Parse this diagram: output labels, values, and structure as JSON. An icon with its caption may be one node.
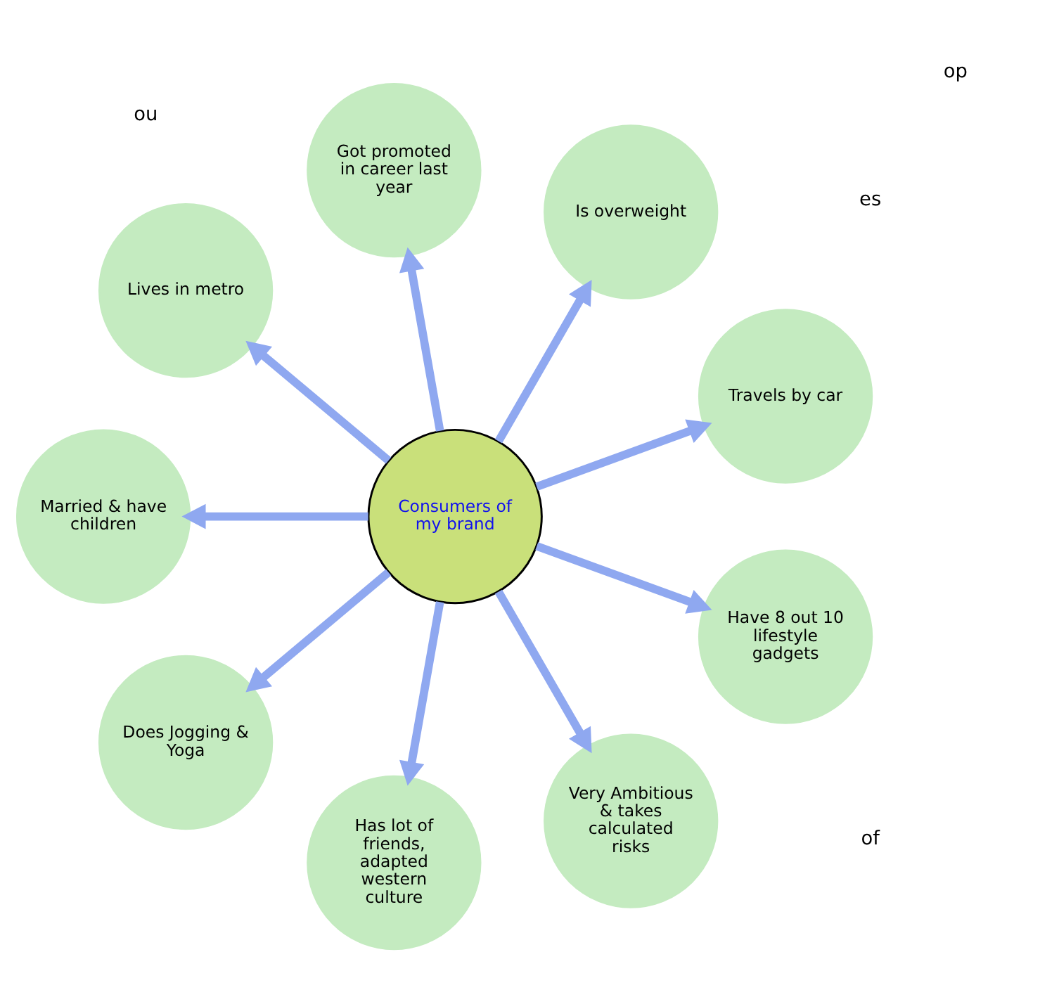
{
  "diagram": {
    "nodes": [
      {
        "text": [
          "Consumers of my brand"
        ]
      },
      {
        "text": [
          "Travels by car"
        ]
      },
      {
        "text": [
          "Is overweight"
        ]
      },
      {
        "text": [
          "Got promoted in career last year"
        ]
      },
      {
        "text": [
          "Lives in metro"
        ]
      },
      {
        "text": [
          "Married & have children"
        ]
      },
      {
        "text": [
          "Does Jogging & Yoga"
        ]
      },
      {
        "text": [
          "Has lot of friends, adapted western culture"
        ]
      },
      {
        "text": [
          "Very Ambitious & takes calculated risks"
        ]
      },
      {
        "text": [
          "Have 8 out 10 lifestyle gadgets"
        ]
      }
    ],
    "edges": [
      {
        "from": 0,
        "to": 1,
        "arrow": "to"
      },
      {
        "from": 0,
        "to": 2,
        "arrow": "to"
      },
      {
        "from": 0,
        "to": 3,
        "arrow": "to"
      },
      {
        "from": 0,
        "to": 4,
        "arrow": "to"
      },
      {
        "from": 0,
        "to": 5,
        "arrow": "to"
      },
      {
        "from": 0,
        "to": 6,
        "arrow": "to"
      },
      {
        "from": 0,
        "to": 7,
        "arrow": "to"
      },
      {
        "from": 0,
        "to": 8,
        "arrow": "to"
      },
      {
        "from": 0,
        "to": 9,
        "arrow": "to"
      }
    ],
    "labels": [
      "of",
      "es",
      "ou",
      "op"
    ]
  }
}
